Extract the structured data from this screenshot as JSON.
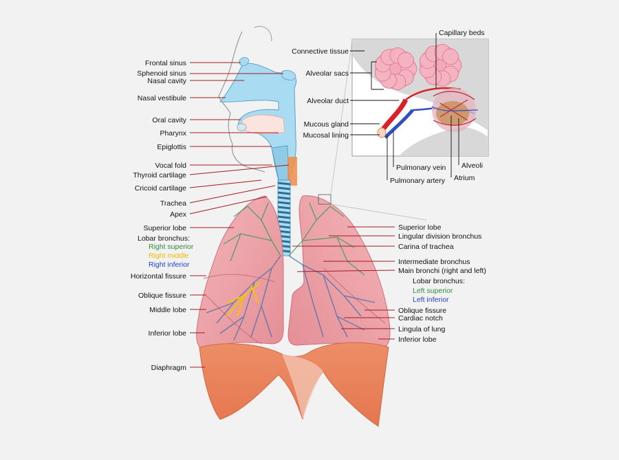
{
  "colors": {
    "background": "#f2f2f2",
    "airway": "#a9dcf2",
    "lung": "#eba3a8",
    "diaphragm": "#e8835c",
    "alveoli": "#f3a9b8",
    "leader": "#a3191f",
    "right_superior": "#2e8a3f",
    "right_middle": "#f1b800",
    "right_inferior": "#1f44d0",
    "left_superior": "#2e8a3f",
    "left_inferior": "#1f44d0"
  },
  "left_labels": {
    "frontal_sinus": "Frontal sinus",
    "sphenoid_sinus": "Sphenoid sinus",
    "nasal_cavity": "Nasal cavity",
    "nasal_vestibule": "Nasal vestibule",
    "oral_cavity": "Oral cavity",
    "pharynx": "Pharynx",
    "epiglottis": "Epiglottis",
    "vocal_fold": "Vocal fold",
    "thyroid_cartilage": "Thyroid cartilage",
    "cricoid_cartilage": "Cricoid cartilage",
    "trachea": "Trachea",
    "apex": "Apex",
    "superior_lobe": "Superior lobe",
    "lobar_bronchus": "Lobar bronchus:",
    "right_superior": "Right superior",
    "right_middle": "Right middle",
    "right_inferior": "Right inferior",
    "horizontal_fissure": "Horizontal fissure",
    "oblique_fissure": "Oblique fissure",
    "middle_lobe": "Middle lobe",
    "inferior_lobe": "Inferior lobe",
    "diaphragm": "Diaphragm"
  },
  "right_labels": {
    "superior_lobe": "Superior lobe",
    "lingular_division_bronchus": "Lingular division bronchus",
    "carina_of_trachea": "Carina of trachea",
    "intermediate_bronchus": "Intermediate bronchus",
    "main_bronchi": "Main bronchi (right and left)",
    "lobar_bronchus": "Lobar bronchus:",
    "left_superior": "Left superior",
    "left_inferior": "Left inferior",
    "oblique_fissure": "Oblique fissure",
    "cardiac_notch": "Cardiac notch",
    "lingula_of_lung": "Lingula of lung",
    "inferior_lobe": "Inferior lobe"
  },
  "inset_labels": {
    "capillary_beds": "Capillary beds",
    "connective_tissue": "Connective tissue",
    "alveolar_sacs": "Alveolar sacs",
    "alveolar_duct": "Alveolar duct",
    "mucous_gland": "Mucous gland",
    "mucosal_lining": "Mucosal lining",
    "pulmonary_vein": "Pulmonary vein",
    "pulmonary_artery": "Pulmonary artery",
    "alveoli": "Alveoli",
    "atrium": "Atrium"
  }
}
